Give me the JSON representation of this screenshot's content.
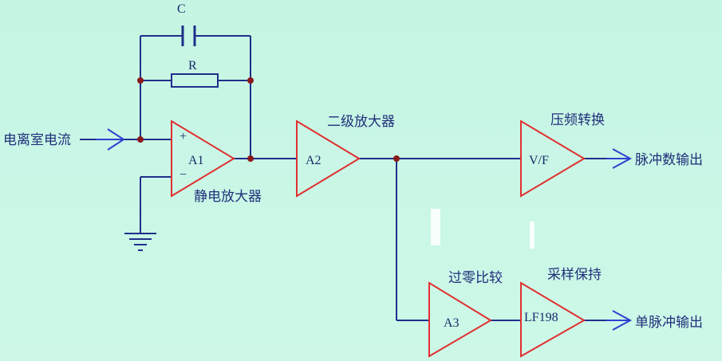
{
  "labels": {
    "input": "电离室电流",
    "capacitor": "C",
    "resistor": "R",
    "plus": "+",
    "minus": "−",
    "a1": "A1",
    "a1_caption": "静电放大器",
    "a2": "A2",
    "a2_caption": "二级放大器",
    "vf": "V/F",
    "vf_caption": "压频转换",
    "out1": "脉冲数输出",
    "a3": "A3",
    "a3_caption": "过零比较",
    "lf": "LF198",
    "lf_caption": "采样保持",
    "out2": "单脉冲输出"
  },
  "colors": {
    "wire": "#1f2f8a",
    "amp": "#e03030",
    "node": "#8a1a1a",
    "resistor": "#1f2f8a",
    "arrow": "#2f3fd0"
  }
}
